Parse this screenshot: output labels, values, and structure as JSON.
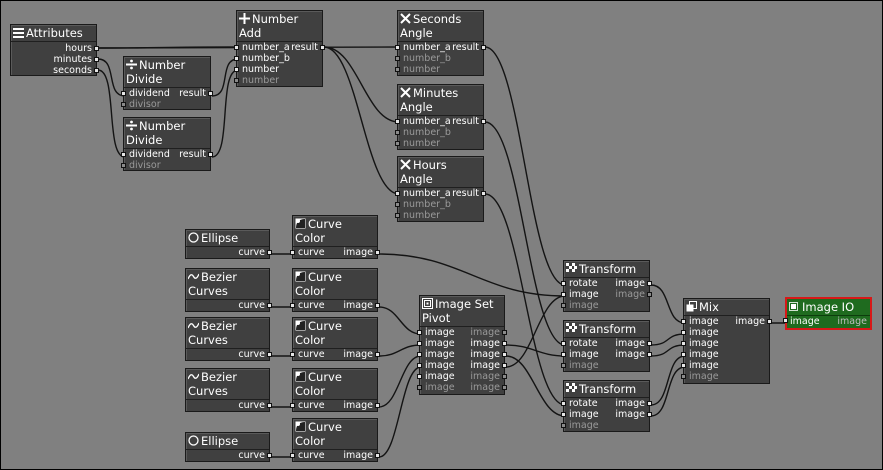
{
  "nodes": {
    "attributes": {
      "title": "Attributes",
      "icon": "list-icon",
      "outputs": [
        "hours",
        "minutes",
        "seconds"
      ]
    },
    "divide1": {
      "title": "Number",
      "subtitle": "Divide",
      "icon": "divide-icon",
      "in1": "dividend",
      "out": "result",
      "in2": "divisor"
    },
    "divide2": {
      "title": "Number",
      "subtitle": "Divide",
      "icon": "divide-icon",
      "in1": "dividend",
      "out": "result",
      "in2": "divisor"
    },
    "add": {
      "title": "Number",
      "subtitle": "Add",
      "icon": "plus-icon",
      "in1": "number_a",
      "out": "result",
      "in2": "number_b",
      "in3": "number",
      "in4": "number"
    },
    "seconds_angle": {
      "title": "Seconds",
      "subtitle": "Angle",
      "icon": "multiply-icon",
      "in1": "number_a",
      "out": "result",
      "in2": "number_b",
      "in3": "number"
    },
    "minutes_angle": {
      "title": "Minutes",
      "subtitle": "Angle",
      "icon": "multiply-icon",
      "in1": "number_a",
      "out": "result",
      "in2": "number_b",
      "in3": "number"
    },
    "hours_angle": {
      "title": "Hours",
      "subtitle": "Angle",
      "icon": "multiply-icon",
      "in1": "number_a",
      "out": "result",
      "in2": "number_b",
      "in3": "number"
    },
    "ellipse1": {
      "title": "Ellipse",
      "icon": "ellipse-icon",
      "out": "curve"
    },
    "bezier1": {
      "title": "Bezier",
      "subtitle": "Curves",
      "icon": "bezier-icon",
      "out": "curve"
    },
    "bezier2": {
      "title": "Bezier",
      "subtitle": "Curves",
      "icon": "bezier-icon",
      "out": "curve"
    },
    "bezier3": {
      "title": "Bezier",
      "subtitle": "Curves",
      "icon": "bezier-icon",
      "out": "curve"
    },
    "ellipse2": {
      "title": "Ellipse",
      "icon": "ellipse-icon",
      "out": "curve"
    },
    "cc1": {
      "title": "Curve",
      "subtitle": "Color",
      "icon": "curve-color-icon",
      "in1": "curve",
      "out": "image"
    },
    "cc2": {
      "title": "Curve",
      "subtitle": "Color",
      "icon": "curve-color-icon",
      "in1": "curve",
      "out": "image"
    },
    "cc3": {
      "title": "Curve",
      "subtitle": "Color",
      "icon": "curve-color-icon",
      "in1": "curve",
      "out": "image"
    },
    "cc4": {
      "title": "Curve",
      "subtitle": "Color",
      "icon": "curve-color-icon",
      "in1": "curve",
      "out": "image"
    },
    "cc5": {
      "title": "Curve",
      "subtitle": "Color",
      "icon": "curve-color-icon",
      "in1": "curve",
      "out": "image"
    },
    "pivot": {
      "title": "Image Set",
      "subtitle": "Pivot",
      "icon": "image-set-icon",
      "port": "image"
    },
    "t1": {
      "title": "Transform",
      "icon": "transform-icon",
      "in1": "rotate",
      "in2": "image",
      "in3": "image",
      "out1": "image",
      "out2": "image"
    },
    "t2": {
      "title": "Transform",
      "icon": "transform-icon",
      "in1": "rotate",
      "in2": "image",
      "in3": "image",
      "out1": "image",
      "out2": "image"
    },
    "t3": {
      "title": "Transform",
      "icon": "transform-icon",
      "in1": "rotate",
      "in2": "image",
      "in3": "image",
      "out1": "image",
      "out2": "image"
    },
    "mix": {
      "title": "Mix",
      "icon": "mix-icon",
      "port": "image",
      "out": "image"
    },
    "imageio": {
      "title": "Image IO",
      "icon": "image-io-icon",
      "in1": "image",
      "out": "image"
    }
  },
  "colors": {
    "canvas": "#808080",
    "node": "#404040",
    "selected_node": "#1f6b1f",
    "selection_border": "#d81818",
    "wire": "#141414"
  }
}
